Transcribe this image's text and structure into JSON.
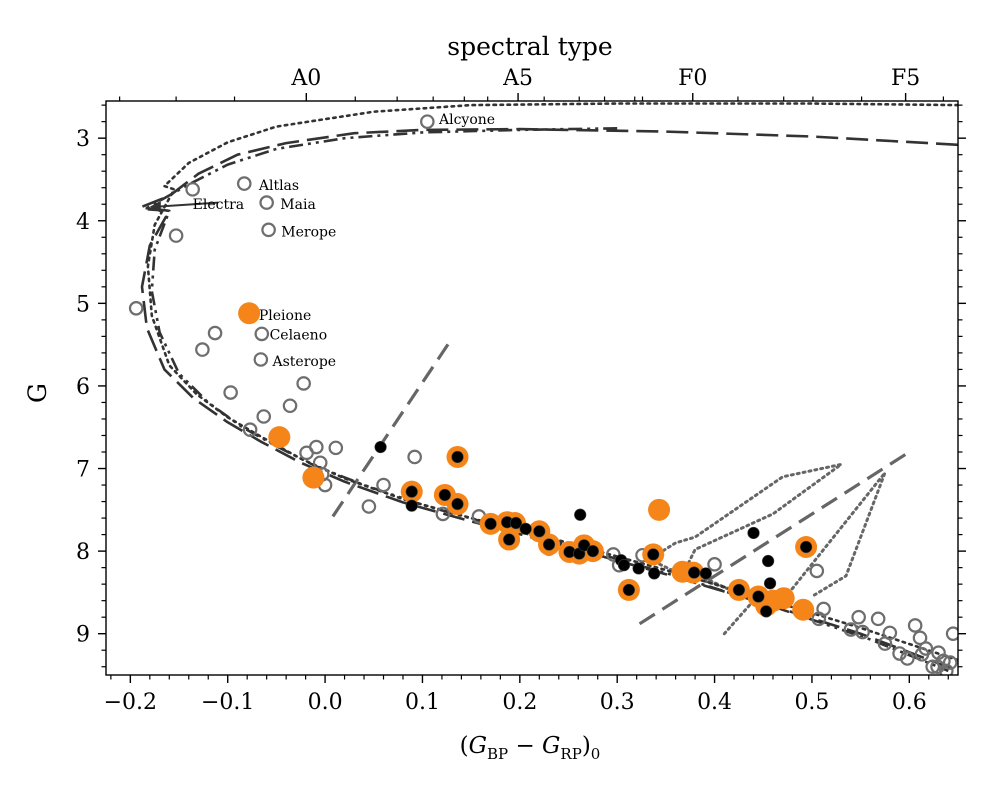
{
  "chart_data": {
    "type": "scatter",
    "title": "",
    "top_axis_label": "spectral type",
    "xlabel": "(G_BP − G_RP)_0",
    "xlabel_parts": {
      "open": "(",
      "g1": "G",
      "sub1": "BP",
      "minus": " − ",
      "g2": "G",
      "sub2": "RP",
      "close": ")",
      "sub0": "0"
    },
    "ylabel": "G",
    "xlim": [
      -0.225,
      0.65
    ],
    "ylim": [
      9.5,
      2.55
    ],
    "y_inverted": true,
    "x_ticks": [
      {
        "value": -0.2,
        "label": "−0.2"
      },
      {
        "value": -0.1,
        "label": "−0.1"
      },
      {
        "value": 0.0,
        "label": "0.0"
      },
      {
        "value": 0.1,
        "label": "0.1"
      },
      {
        "value": 0.2,
        "label": "0.2"
      },
      {
        "value": 0.3,
        "label": "0.3"
      },
      {
        "value": 0.4,
        "label": "0.4"
      },
      {
        "value": 0.5,
        "label": "0.5"
      },
      {
        "value": 0.6,
        "label": "0.6"
      }
    ],
    "y_ticks": [
      {
        "value": 3,
        "label": "3"
      },
      {
        "value": 4,
        "label": "4"
      },
      {
        "value": 5,
        "label": "5"
      },
      {
        "value": 6,
        "label": "6"
      },
      {
        "value": 7,
        "label": "7"
      },
      {
        "value": 8,
        "label": "8"
      },
      {
        "value": 9,
        "label": "9"
      }
    ],
    "top_ticks": [
      {
        "value": -0.0193,
        "label": "A0"
      },
      {
        "value": 0.1982,
        "label": "A5"
      },
      {
        "value": 0.3776,
        "label": "F0"
      },
      {
        "value": 0.5962,
        "label": "F5"
      }
    ],
    "top_minor_ticks": [
      -0.211,
      -0.153,
      -0.093,
      0.031,
      0.074,
      0.111,
      0.143,
      0.167,
      0.225,
      0.261,
      0.287,
      0.318,
      0.326,
      0.424,
      0.471,
      0.501,
      0.551,
      0.635
    ],
    "labels": [
      {
        "text": "Alcyone",
        "x": 0.117,
        "y": 2.77
      },
      {
        "text": "Altlas",
        "x": -0.068,
        "y": 3.57
      },
      {
        "text": "Maia",
        "x": -0.046,
        "y": 3.8
      },
      {
        "text": "Merope",
        "x": -0.045,
        "y": 4.13
      },
      {
        "text": "Electra",
        "x": -0.136,
        "y": 3.8
      },
      {
        "text": "Pleione",
        "x": -0.068,
        "y": 5.14
      },
      {
        "text": "Celaeno",
        "x": -0.057,
        "y": 5.38
      },
      {
        "text": "Asterope",
        "x": -0.054,
        "y": 5.7
      }
    ],
    "open_circles": [
      [
        0.105,
        2.8
      ],
      [
        -0.083,
        3.55
      ],
      [
        -0.06,
        3.78
      ],
      [
        -0.058,
        4.11
      ],
      [
        -0.136,
        3.62
      ],
      [
        -0.153,
        4.18
      ],
      [
        -0.194,
        5.06
      ],
      [
        -0.065,
        5.37
      ],
      [
        -0.066,
        5.68
      ],
      [
        -0.113,
        5.36
      ],
      [
        -0.126,
        5.56
      ],
      [
        -0.097,
        6.08
      ],
      [
        -0.077,
        6.53
      ],
      [
        -0.063,
        6.37
      ],
      [
        -0.036,
        6.24
      ],
      [
        -0.022,
        5.97
      ],
      [
        -0.019,
        6.81
      ],
      [
        -0.009,
        6.74
      ],
      [
        0.011,
        6.75
      ],
      [
        -0.005,
        6.93
      ],
      [
        -0.003,
        7.07
      ],
      [
        0.0,
        7.2
      ],
      [
        0.045,
        7.46
      ],
      [
        0.06,
        7.2
      ],
      [
        0.092,
        6.86
      ],
      [
        0.121,
        7.55
      ],
      [
        0.158,
        7.58
      ],
      [
        0.23,
        7.97
      ],
      [
        0.296,
        8.04
      ],
      [
        0.302,
        8.17
      ],
      [
        0.326,
        8.05
      ],
      [
        0.4,
        8.16
      ],
      [
        0.505,
        8.24
      ],
      [
        0.512,
        8.7
      ],
      [
        0.507,
        8.82
      ],
      [
        0.54,
        8.95
      ],
      [
        0.548,
        8.8
      ],
      [
        0.552,
        8.98
      ],
      [
        0.568,
        8.82
      ],
      [
        0.575,
        9.12
      ],
      [
        0.58,
        8.99
      ],
      [
        0.59,
        9.24
      ],
      [
        0.598,
        9.3
      ],
      [
        0.606,
        8.9
      ],
      [
        0.611,
        9.05
      ],
      [
        0.613,
        9.25
      ],
      [
        0.617,
        9.18
      ],
      [
        0.624,
        9.4
      ],
      [
        0.63,
        9.23
      ],
      [
        0.635,
        9.33
      ],
      [
        0.638,
        9.45
      ],
      [
        0.642,
        9.35
      ],
      [
        0.645,
        9.0
      ],
      [
        0.629,
        9.4
      ]
    ],
    "orange_circles": [
      [
        -0.078,
        5.12
      ],
      [
        -0.047,
        6.62
      ],
      [
        -0.012,
        7.11
      ],
      [
        0.089,
        7.28
      ],
      [
        0.123,
        7.32
      ],
      [
        0.136,
        7.43
      ],
      [
        0.136,
        6.86
      ],
      [
        0.17,
        7.67
      ],
      [
        0.187,
        7.65
      ],
      [
        0.195,
        7.66
      ],
      [
        0.189,
        7.86
      ],
      [
        0.22,
        7.76
      ],
      [
        0.23,
        7.92
      ],
      [
        0.251,
        8.01
      ],
      [
        0.261,
        8.03
      ],
      [
        0.266,
        7.93
      ],
      [
        0.275,
        8.0
      ],
      [
        0.312,
        8.47
      ],
      [
        0.337,
        8.04
      ],
      [
        0.343,
        7.5
      ],
      [
        0.367,
        8.25
      ],
      [
        0.378,
        8.26
      ],
      [
        0.425,
        8.47
      ],
      [
        0.445,
        8.55
      ],
      [
        0.453,
        8.66
      ],
      [
        0.46,
        8.6
      ],
      [
        0.471,
        8.57
      ],
      [
        0.491,
        8.71
      ],
      [
        0.494,
        7.95
      ]
    ],
    "black_dots": [
      [
        0.057,
        6.74
      ],
      [
        0.089,
        7.45
      ],
      [
        0.136,
        6.86
      ],
      [
        0.089,
        7.28
      ],
      [
        0.123,
        7.32
      ],
      [
        0.136,
        7.43
      ],
      [
        0.17,
        7.67
      ],
      [
        0.187,
        7.65
      ],
      [
        0.196,
        7.66
      ],
      [
        0.189,
        7.86
      ],
      [
        0.206,
        7.73
      ],
      [
        0.22,
        7.76
      ],
      [
        0.23,
        7.92
      ],
      [
        0.251,
        8.01
      ],
      [
        0.262,
        7.56
      ],
      [
        0.261,
        8.03
      ],
      [
        0.266,
        7.93
      ],
      [
        0.275,
        8.0
      ],
      [
        0.304,
        8.11
      ],
      [
        0.307,
        8.17
      ],
      [
        0.312,
        8.47
      ],
      [
        0.322,
        8.21
      ],
      [
        0.338,
        8.27
      ],
      [
        0.337,
        8.04
      ],
      [
        0.379,
        8.26
      ],
      [
        0.391,
        8.27
      ],
      [
        0.425,
        8.47
      ],
      [
        0.44,
        7.78
      ],
      [
        0.445,
        8.55
      ],
      [
        0.455,
        8.12
      ],
      [
        0.457,
        8.39
      ],
      [
        0.453,
        8.73
      ],
      [
        0.494,
        7.95
      ]
    ],
    "curves": [
      {
        "style": "dotted",
        "points": [
          [
            0.65,
            2.6
          ],
          [
            0.5,
            2.58
          ],
          [
            0.3,
            2.58
          ],
          [
            0.15,
            2.6
          ],
          [
            0.05,
            2.68
          ],
          [
            -0.05,
            2.86
          ],
          [
            -0.1,
            3.05
          ],
          [
            -0.14,
            3.3
          ],
          [
            -0.165,
            3.58
          ],
          [
            -0.155,
            3.62
          ],
          [
            -0.175,
            4.05
          ],
          [
            -0.182,
            4.55
          ],
          [
            -0.178,
            5.15
          ],
          [
            -0.16,
            5.75
          ],
          [
            -0.132,
            6.1
          ],
          [
            -0.1,
            6.38
          ],
          [
            -0.065,
            6.62
          ],
          [
            -0.025,
            6.88
          ],
          [
            0.02,
            7.12
          ],
          [
            0.08,
            7.37
          ],
          [
            0.15,
            7.6
          ],
          [
            0.25,
            7.9
          ],
          [
            0.35,
            8.23
          ],
          [
            0.45,
            8.57
          ],
          [
            0.55,
            8.93
          ],
          [
            0.65,
            9.32
          ]
        ]
      },
      {
        "style": "dashed",
        "points": [
          [
            0.65,
            3.08
          ],
          [
            0.5,
            2.98
          ],
          [
            0.35,
            2.92
          ],
          [
            0.2,
            2.89
          ],
          [
            0.1,
            2.9
          ],
          [
            0.03,
            2.94
          ],
          [
            -0.04,
            3.06
          ],
          [
            -0.09,
            3.2
          ],
          [
            -0.13,
            3.43
          ],
          [
            -0.16,
            3.7
          ],
          [
            -0.19,
            3.84
          ],
          [
            -0.16,
            3.88
          ],
          [
            -0.18,
            4.3
          ],
          [
            -0.188,
            4.8
          ],
          [
            -0.183,
            5.3
          ],
          [
            -0.165,
            5.8
          ],
          [
            -0.135,
            6.15
          ],
          [
            -0.1,
            6.44
          ],
          [
            -0.065,
            6.68
          ],
          [
            -0.025,
            6.93
          ],
          [
            0.02,
            7.16
          ],
          [
            0.08,
            7.41
          ],
          [
            0.15,
            7.64
          ],
          [
            0.25,
            7.95
          ],
          [
            0.35,
            8.28
          ],
          [
            0.45,
            8.63
          ],
          [
            0.55,
            9.0
          ],
          [
            0.65,
            9.45
          ]
        ]
      },
      {
        "style": "dashdot",
        "points": [
          [
            0.3,
            2.88
          ],
          [
            0.2,
            2.9
          ],
          [
            0.1,
            2.93
          ],
          [
            0.02,
            3.0
          ],
          [
            -0.05,
            3.13
          ],
          [
            -0.1,
            3.32
          ],
          [
            -0.14,
            3.56
          ],
          [
            -0.17,
            3.76
          ],
          [
            -0.185,
            3.86
          ],
          [
            -0.16,
            3.88
          ],
          [
            -0.175,
            4.35
          ],
          [
            -0.178,
            4.85
          ],
          [
            -0.17,
            5.35
          ],
          [
            -0.15,
            5.85
          ],
          [
            -0.12,
            6.2
          ],
          [
            -0.085,
            6.5
          ],
          [
            -0.05,
            6.73
          ],
          [
            -0.01,
            6.97
          ],
          [
            0.04,
            7.2
          ],
          [
            0.1,
            7.44
          ],
          [
            0.17,
            7.67
          ],
          [
            0.26,
            7.96
          ],
          [
            0.36,
            8.3
          ],
          [
            0.46,
            8.67
          ],
          [
            0.56,
            9.07
          ],
          [
            0.64,
            9.45
          ]
        ]
      }
    ],
    "electra_arrow": {
      "from": [
        -0.11,
        3.78
      ],
      "to": [
        -0.18,
        3.83
      ]
    },
    "dashed_lines": [
      [
        [
          0.008,
          7.58
        ],
        [
          0.13,
          5.43
        ]
      ],
      [
        [
          0.323,
          8.88
        ],
        [
          0.6,
          6.8
        ]
      ]
    ],
    "dotted_region": [
      [
        0.41,
        9.0
      ],
      [
        0.44,
        8.6
      ],
      [
        0.37,
        8.22
      ],
      [
        0.38,
        7.98
      ],
      [
        0.46,
        7.55
      ],
      [
        0.53,
        6.95
      ],
      [
        0.47,
        7.1
      ],
      [
        0.38,
        7.83
      ],
      [
        0.36,
        7.9
      ],
      [
        0.333,
        8.1
      ],
      [
        0.36,
        8.25
      ],
      [
        0.44,
        8.55
      ],
      [
        0.47,
        8.6
      ],
      [
        0.575,
        7.05
      ],
      [
        0.535,
        8.3
      ],
      [
        0.5,
        8.55
      ]
    ],
    "colors": {
      "open": "#6e6e6e",
      "orange": "#f58518",
      "black": "#000000",
      "curve": "#333333",
      "guide": "#666666"
    }
  }
}
